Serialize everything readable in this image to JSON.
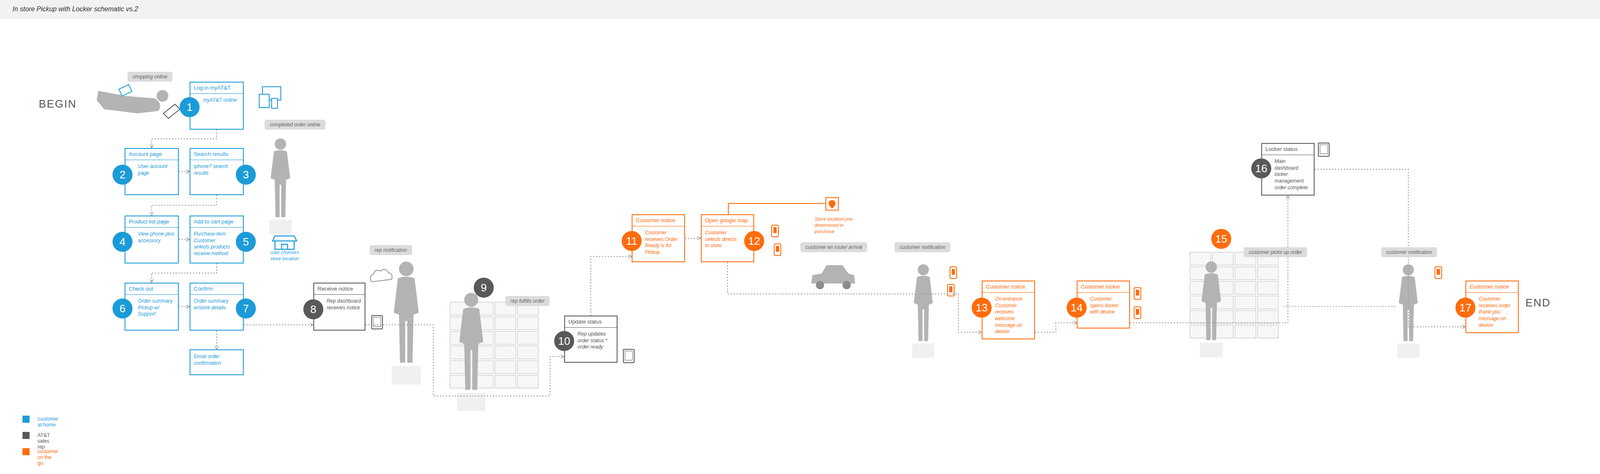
{
  "diagram": {
    "title": "In store Pickup with Locker schematic vs.2",
    "nodes": [
      {
        "text": [
          "Log in myAT&T",
          "myAT&T online"
        ]
      },
      {
        "text": [
          "Account page",
          "User account page"
        ]
      },
      {
        "text": [
          "Search results",
          "iphone7 search results"
        ]
      },
      {
        "text": [
          "Product list page",
          "View phone plus accessory"
        ]
      },
      {
        "text": [
          "Add to cart page",
          "Purchase item Customer selects products receive method"
        ]
      },
      {
        "text": [
          "Check out",
          "Order summary Pickup w/ Support"
        ]
      },
      {
        "text": [
          "Confirm",
          "Order summary w/store details"
        ]
      },
      {
        "text": [
          "Email order confirmation"
        ]
      },
      {
        "text": [
          "Receive notice",
          "Rep dashboard receives notice"
        ]
      },
      {
        "text": [
          "Update status",
          "Rep updates order status * order ready"
        ]
      },
      {
        "text": [
          "Customer notice",
          "Customer receives Order Ready is for Pickup"
        ]
      },
      {
        "text": [
          "Open google map",
          "Customer selects directs to store"
        ]
      },
      {
        "text": [
          "Customer notice",
          "On entrance Customer receives welcome message on device"
        ]
      },
      {
        "text": [
          "Customer locker",
          "Customer opens locker with device"
        ]
      },
      {
        "text": [
          "Locker status",
          "Main dashboard locker management order complete"
        ]
      },
      {
        "text": [
          "Customer notice",
          "Customer receives order thank you message on device"
        ]
      }
    ],
    "edges": [
      {
        "from": 0,
        "to": 1,
        "arrow": "to"
      },
      {
        "from": 1,
        "to": 2,
        "arrow": "to"
      },
      {
        "from": 2,
        "to": 3,
        "arrow": "to"
      },
      {
        "from": 3,
        "to": 4,
        "arrow": "to"
      },
      {
        "from": 4,
        "to": 5,
        "arrow": "to"
      },
      {
        "from": 5,
        "to": 6,
        "arrow": "to"
      },
      {
        "from": 6,
        "to": 7,
        "arrow": "to"
      },
      {
        "from": 6,
        "to": 8,
        "arrow": "to"
      },
      {
        "from": 8,
        "to": 9,
        "arrow": "to"
      },
      {
        "from": 9,
        "to": 10,
        "arrow": "to"
      },
      {
        "from": 10,
        "to": 11,
        "arrow": "to"
      },
      {
        "from": 11,
        "to": 12,
        "arrow": "to"
      },
      {
        "from": 12,
        "to": 13,
        "arrow": "to"
      },
      {
        "from": 13,
        "to": 14,
        "arrow": "to"
      },
      {
        "from": 14,
        "to": 15,
        "arrow": "to"
      }
    ],
    "labels": [
      "BEGIN",
      "END",
      "shopping online",
      "completed order online",
      "user chooses store location",
      "rep notification",
      "rep fulfills order",
      "Store location pre-determined in purchase",
      "customer en route/ arrival",
      "customer notification",
      "customer picks up order",
      "customer notification",
      "1",
      "2",
      "3",
      "4",
      "5",
      "6",
      "7",
      "8",
      "9",
      "10",
      "11",
      "12",
      "13",
      "14",
      "15",
      "16",
      "17"
    ],
    "legend": [
      {
        "text": "customer at home",
        "color": "#1b9bd7"
      },
      {
        "text": "AT&T sales rep",
        "color": "#58595b"
      },
      {
        "text": "customer on the go",
        "color": "#ff6c0c"
      }
    ]
  }
}
